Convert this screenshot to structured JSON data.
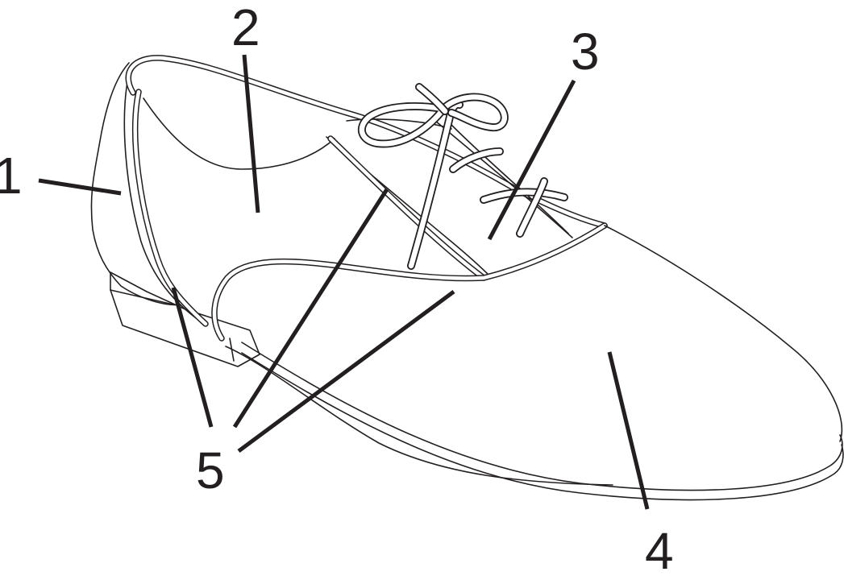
{
  "diagram": {
    "labels": [
      {
        "id": "counter",
        "text": "1"
      },
      {
        "id": "quarter",
        "text": "2"
      },
      {
        "id": "tongue",
        "text": "3"
      },
      {
        "id": "vamp",
        "text": "4"
      },
      {
        "id": "piping",
        "text": "5"
      }
    ]
  },
  "colors": {
    "ink": "#231f20",
    "background": "#ffffff"
  }
}
